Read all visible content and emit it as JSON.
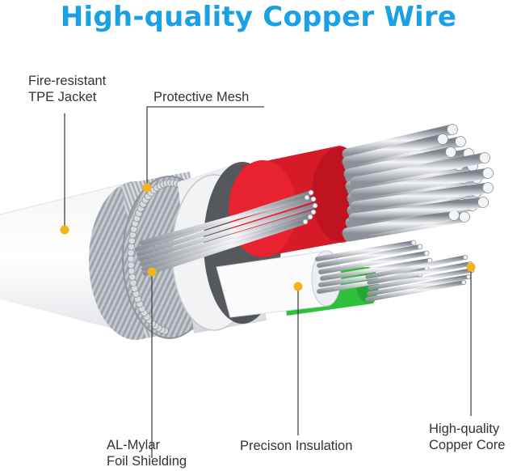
{
  "title": "High-quality Copper Wire",
  "labels": {
    "jacket": [
      "Fire-resistant",
      "TPE Jacket"
    ],
    "mesh": [
      "Protective Mesh"
    ],
    "foil": [
      "AL-Mylar",
      "Foil Shielding"
    ],
    "insulation": [
      "Precison Insulation"
    ],
    "core": [
      "High-quality",
      "Copper Core"
    ]
  },
  "colors": {
    "title": "#1aa0e4",
    "callout": "#f7b11a",
    "line": "#444444",
    "red_wire": "#e21d2b",
    "green_wire": "#2fbf3a",
    "metal": "#c9ccd1"
  }
}
